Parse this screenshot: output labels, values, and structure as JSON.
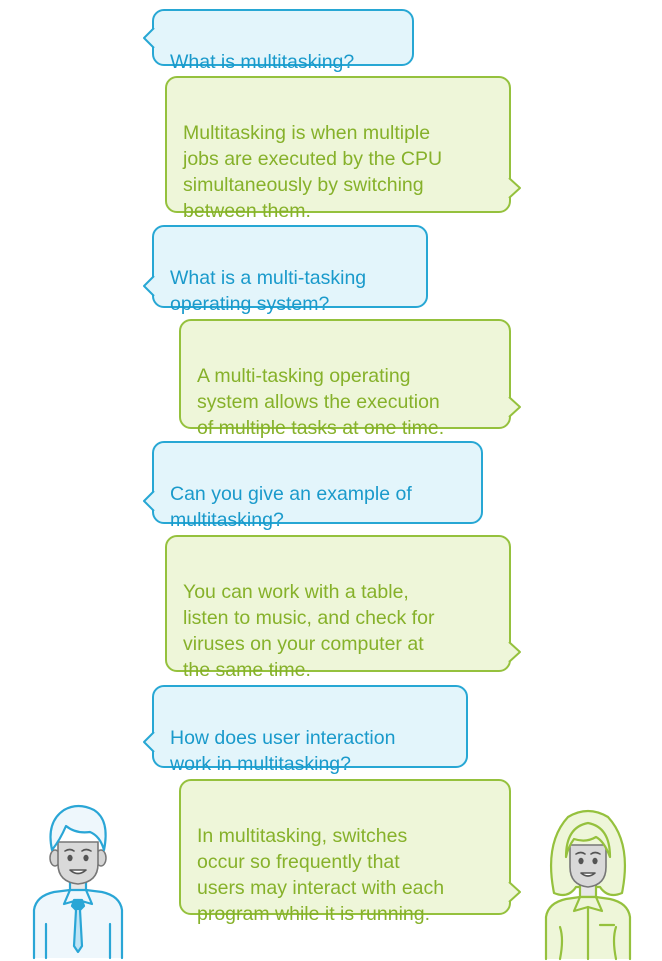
{
  "conversation": [
    {
      "role": "question",
      "text": "What is multitasking?"
    },
    {
      "role": "answer",
      "text": "Multitasking is when multiple\njobs are executed by the CPU\nsimultaneously by switching\nbetween them."
    },
    {
      "role": "question",
      "text": "What is a multi-tasking\noperating system?"
    },
    {
      "role": "answer",
      "text": "A multi-tasking operating\nsystem allows the execution\nof multiple tasks at one time."
    },
    {
      "role": "question",
      "text": "Can you give an example of\nmultitasking?"
    },
    {
      "role": "answer",
      "text": "You can work with a table,\nlisten to music, and check for\nviruses on your computer at\nthe same time."
    },
    {
      "role": "question",
      "text": "How does user interaction\nwork in multitasking?"
    },
    {
      "role": "answer",
      "text": "In multitasking, switches\noccur so frequently that\nusers may interact with each\nprogram while it is running."
    }
  ],
  "colors": {
    "question_border": "#27a7d4",
    "question_fill": "#e3f5fb",
    "question_text": "#1a9acb",
    "answer_border": "#95c13d",
    "answer_fill": "#eef6d9",
    "answer_text": "#86b12a"
  },
  "characters": {
    "left": {
      "icon": "man-avatar-icon",
      "speaks": "question"
    },
    "right": {
      "icon": "woman-avatar-icon",
      "speaks": "answer"
    }
  }
}
